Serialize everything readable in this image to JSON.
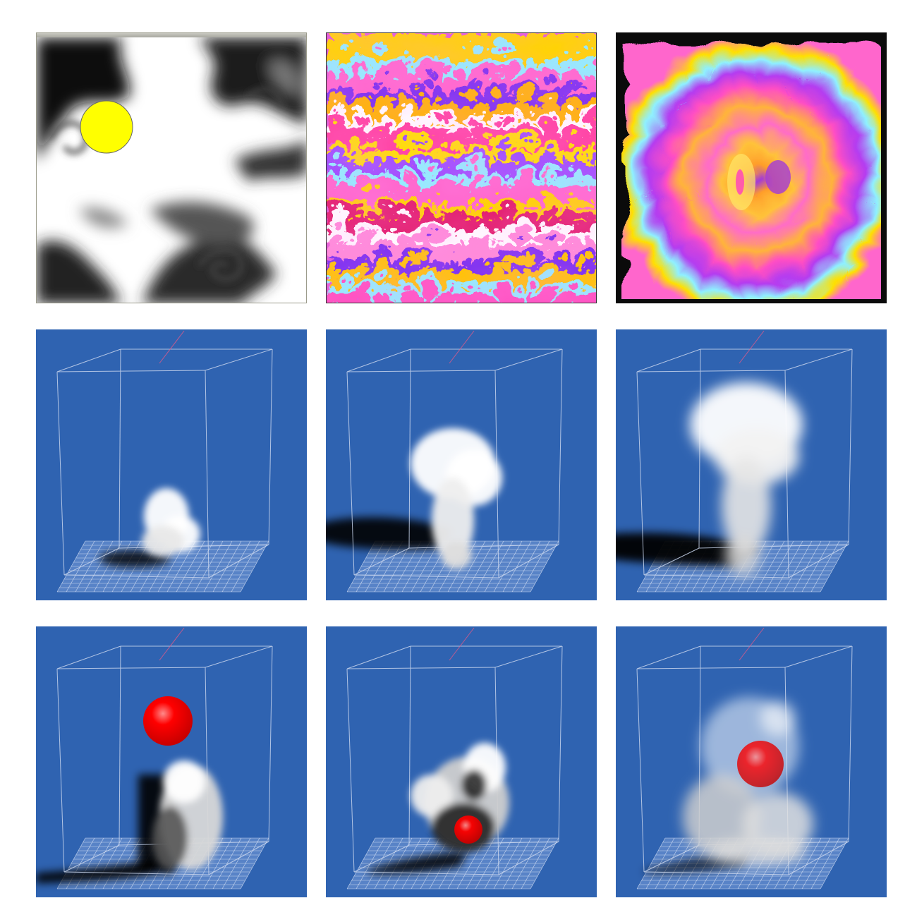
{
  "colors": {
    "sim_blue": "#2f63b1",
    "smoke": "#ffffff",
    "sphere_red": "#ff0000",
    "sphere_yellow": "#ffff00",
    "box_lines": "#c9d6ee",
    "floor_grid": "#e8eefa"
  },
  "panels": [
    {
      "name": "smoke-2d-grayscale",
      "row": 1,
      "col": 1
    },
    {
      "name": "dye-swirl-turbulent",
      "row": 1,
      "col": 2
    },
    {
      "name": "dye-swirl-vortex",
      "row": 1,
      "col": 3
    },
    {
      "name": "smoke-plume-early",
      "row": 2,
      "col": 1
    },
    {
      "name": "smoke-plume-mid",
      "row": 2,
      "col": 2
    },
    {
      "name": "smoke-plume-late",
      "row": 2,
      "col": 3
    },
    {
      "name": "smoke-sphere-early",
      "row": 3,
      "col": 1
    },
    {
      "name": "smoke-sphere-mid",
      "row": 3,
      "col": 2
    },
    {
      "name": "smoke-sphere-late",
      "row": 3,
      "col": 3
    }
  ]
}
